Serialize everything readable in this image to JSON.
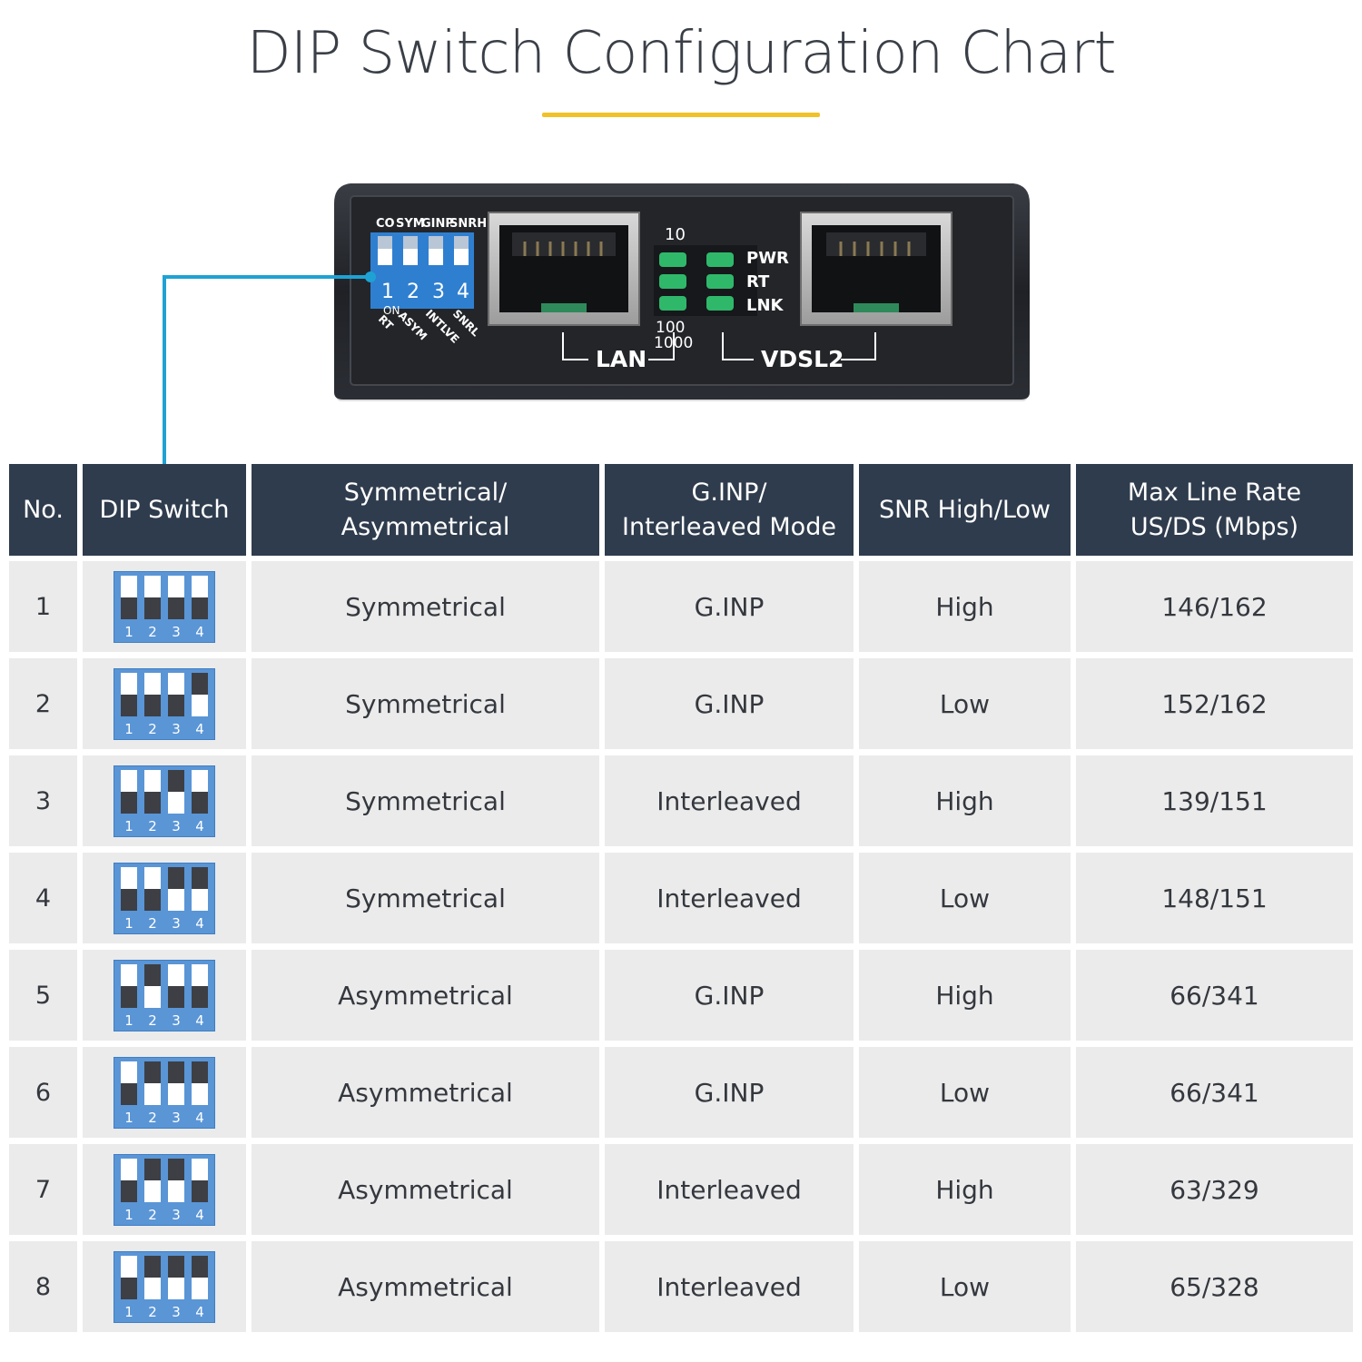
{
  "title": "DIP Switch Configuration Chart",
  "colors": {
    "accent_rule": "#f0c22a",
    "connector": "#1ea2d4",
    "header_bg": "#2f3c4d",
    "cell_bg": "#ebebeb",
    "dip_blue": "#5a95d6",
    "led_green": "#2fb86a"
  },
  "device": {
    "dip_top_labels": [
      "CO",
      "SYM",
      "GINP",
      "SNRH"
    ],
    "dip_numbers": [
      "1",
      "2",
      "3",
      "4"
    ],
    "dip_on_label": "ON",
    "dip_bottom_labels": [
      "RT",
      "ASYM",
      "INTLVE",
      "SNRL"
    ],
    "speed_top": "10",
    "speed_bottom_1": "100",
    "speed_bottom_2": "1000",
    "led_labels": [
      "PWR",
      "RT",
      "LNK"
    ],
    "port_left_label": "LAN",
    "port_right_label": "VDSL2"
  },
  "table": {
    "headers": [
      "No.",
      "DIP Switch",
      "Symmetrical/\nAsymmetrical",
      "G.INP/\nInterleaved Mode",
      "SNR High/Low",
      "Max Line Rate\nUS/DS (Mbps)"
    ],
    "switch_numbers": [
      "1",
      "2",
      "3",
      "4"
    ],
    "rows": [
      {
        "no": "1",
        "dip": [
          "up",
          "up",
          "up",
          "up"
        ],
        "mode": "Symmetrical",
        "ginp": "G.INP",
        "snr": "High",
        "rate": "146/162"
      },
      {
        "no": "2",
        "dip": [
          "up",
          "up",
          "up",
          "down"
        ],
        "mode": "Symmetrical",
        "ginp": "G.INP",
        "snr": "Low",
        "rate": "152/162"
      },
      {
        "no": "3",
        "dip": [
          "up",
          "up",
          "down",
          "up"
        ],
        "mode": "Symmetrical",
        "ginp": "Interleaved",
        "snr": "High",
        "rate": "139/151"
      },
      {
        "no": "4",
        "dip": [
          "up",
          "up",
          "down",
          "down"
        ],
        "mode": "Symmetrical",
        "ginp": "Interleaved",
        "snr": "Low",
        "rate": "148/151"
      },
      {
        "no": "5",
        "dip": [
          "up",
          "down",
          "up",
          "up"
        ],
        "mode": "Asymmetrical",
        "ginp": "G.INP",
        "snr": "High",
        "rate": "66/341"
      },
      {
        "no": "6",
        "dip": [
          "up",
          "down",
          "down",
          "down"
        ],
        "mode": "Asymmetrical",
        "ginp": "G.INP",
        "snr": "Low",
        "rate": "66/341"
      },
      {
        "no": "7",
        "dip": [
          "up",
          "down",
          "down",
          "up"
        ],
        "mode": "Asymmetrical",
        "ginp": "Interleaved",
        "snr": "High",
        "rate": "63/329"
      },
      {
        "no": "8",
        "dip": [
          "up",
          "down",
          "down",
          "down"
        ],
        "mode": "Asymmetrical",
        "ginp": "Interleaved",
        "snr": "Low",
        "rate": "65/328"
      }
    ]
  }
}
